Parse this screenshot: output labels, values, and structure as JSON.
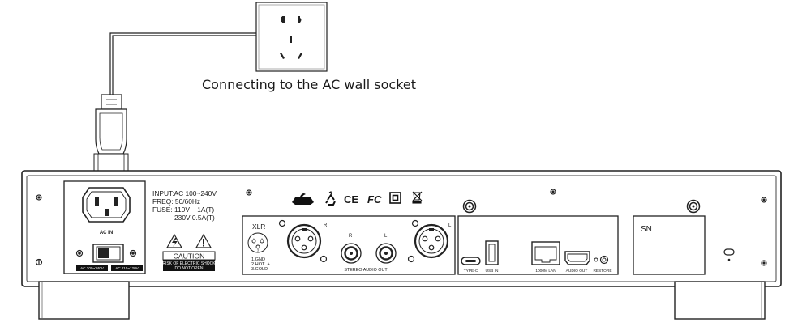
{
  "caption": "Connecting to the AC wall socket",
  "power_section": {
    "ac_in_label": "AC IN",
    "specs": [
      "INPUT:AC 100~240V",
      "FREQ: 50/60Hz",
      "FUSE: 110V    1A(T)",
      "230V 0.5A(T)"
    ],
    "voltage_labels": [
      "AC 200~240V",
      "AC 110~120V"
    ],
    "caution_title": "CAUTION",
    "caution_text": [
      "RISK OF ELECTRIC SHOCK",
      "DO NOT OPEN"
    ]
  },
  "audio_section": {
    "xlr_label": "XLR",
    "pin_legend": [
      "1.GND",
      "2.HOT  +",
      "3.COLD -"
    ],
    "xlr_right_label": "R",
    "xlr_left_label": "L",
    "rca_right_label": "R",
    "rca_left_label": "L",
    "stereo_out_label": "STEREO AUDIO OUT"
  },
  "digital_section": {
    "ports": [
      "TYPE-C",
      "USB IN",
      "1000M LAN",
      "AUDIO OUT",
      "RESTORE"
    ]
  },
  "certifications": [
    "CE",
    "FC"
  ],
  "sn_label": "SN"
}
